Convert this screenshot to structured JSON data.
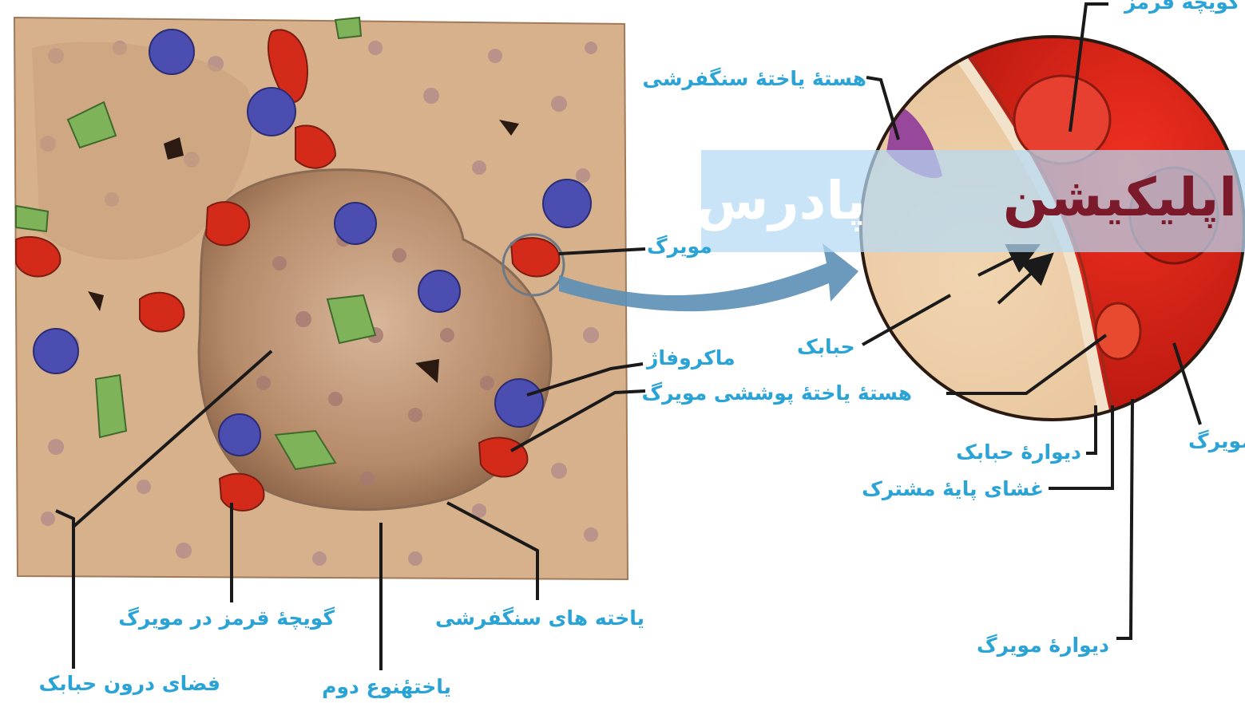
{
  "labels": {
    "squamous_nucleus": "هستهٔ یاختهٔ سنگفرشی",
    "capillary_mid": "مویرگ",
    "macrophage": "ماکروفاژ",
    "capillary_lining_nucleus": "هستهٔ یاختهٔ پوششی مویرگ",
    "alveolus": "حبابک",
    "alveolar_wall": "دیوارهٔ حبابک",
    "shared_basement_membrane": "غشای پایهٔ مشترک",
    "capillary_wall": "دیوارهٔ مویرگ",
    "capillary_right": "مویرگ",
    "red_cell_partial": "گویچهٔ قرمز",
    "red_cell_in_capillary": "گویچهٔ قرمز در مویرگ",
    "squamous_cells": "یاخته های سنگفرشی",
    "alveolar_space": "فضای درون حبابک",
    "type_two_cell": "یاختهٔنوع دوم"
  },
  "watermark": {
    "word_app": "اپلیکیشن",
    "word_brand": "پادرس"
  },
  "colors": {
    "label_blue": "#2aa3d6",
    "leader_line": "#1a1a1a",
    "tissue": "#d8b18e",
    "red_cell": "#d42a1a",
    "macrophage": "#4b4db0",
    "type_two_cell": "#7fb35a",
    "watermark_band": "#b5daf4",
    "watermark_dark": "#7a1a2a"
  }
}
